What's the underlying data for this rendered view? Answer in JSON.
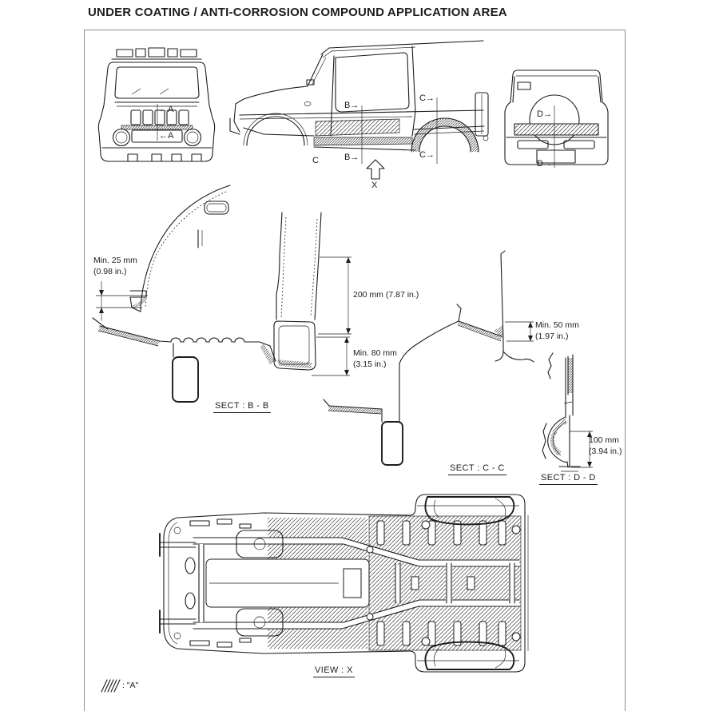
{
  "title": "UNDER COATING / ANTI-CORROSION COMPOUND APPLICATION AREA",
  "section_markers": {
    "front_a_upper": "←A",
    "front_a_lower": "←A",
    "side_b_upper": "B→",
    "side_b_lower": "B→",
    "side_c_upper": "C→",
    "side_c_lower": "C→",
    "side_c_ref": "C",
    "side_view_arrow": "X",
    "rear_d_upper": "D→",
    "rear_d_lower": "D→"
  },
  "dimensions": {
    "min_25_mm": {
      "line1": "Min. 25 mm",
      "line2": "(0.98 in.)"
    },
    "d_200_mm": {
      "line1": "200 mm (7.87 in.)"
    },
    "min_80_mm": {
      "line1": "Min. 80 mm",
      "line2": "(3.15 in.)"
    },
    "min_50_mm": {
      "line1": "Min. 50 mm",
      "line2": "(1.97 in.)"
    },
    "d_100_mm": {
      "line1": "100 mm",
      "line2": "(3.94 in.)"
    }
  },
  "captions": {
    "sect_bb": "SECT : B - B",
    "sect_cc": "SECT : C - C",
    "sect_dd": "SECT : D - D",
    "view_x": "VIEW : X"
  },
  "legend": {
    "hatch_label": ": \"A\""
  },
  "colors": {
    "line": "#1c1c1c",
    "border": "#8f8f8f"
  }
}
